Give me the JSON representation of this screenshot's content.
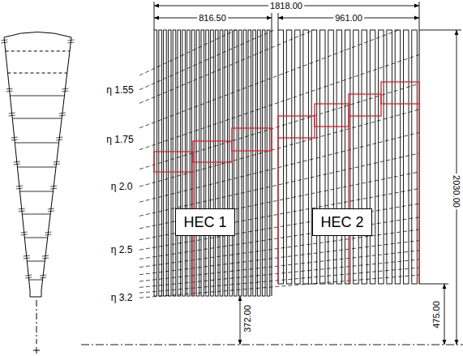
{
  "diagram": {
    "nodes": [
      {
        "text": [
          "HEC 1"
        ]
      },
      {
        "text": [
          "HEC 2"
        ]
      }
    ],
    "labels": [
      "1818.00",
      "816.50",
      "961.00",
      "η 1.55",
      "η 1.75",
      "η 2.0",
      "η 2.5",
      "η 3.2",
      "2030.00",
      "372.00",
      "475.00"
    ]
  }
}
